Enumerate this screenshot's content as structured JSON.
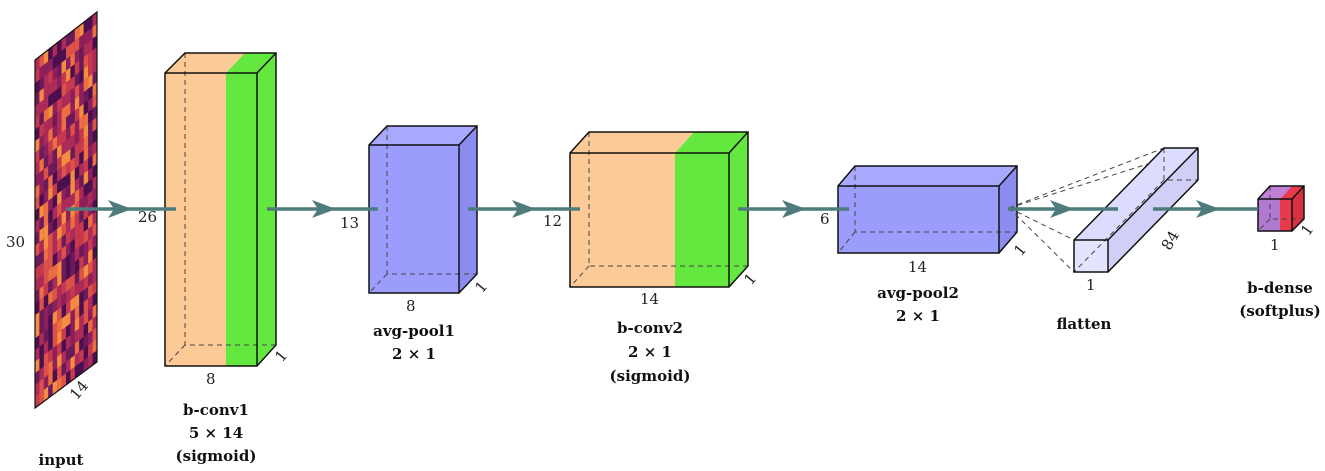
{
  "layers": [
    {
      "id": "input",
      "name_lines": [
        "input"
      ],
      "dims": {
        "height": "30",
        "depth": "14"
      }
    },
    {
      "id": "b-conv1",
      "name_lines": [
        "b-conv1",
        "5 × 14",
        "(sigmoid)"
      ],
      "dims": {
        "height": "26",
        "width": "8",
        "depth": "1"
      }
    },
    {
      "id": "avg-pool1",
      "name_lines": [
        "avg-pool1",
        "2 × 1"
      ],
      "dims": {
        "height": "13",
        "width": "8",
        "depth": "1"
      }
    },
    {
      "id": "b-conv2",
      "name_lines": [
        "b-conv2",
        "2 × 1",
        "(sigmoid)"
      ],
      "dims": {
        "height": "12",
        "width": "14",
        "depth": "1"
      }
    },
    {
      "id": "avg-pool2",
      "name_lines": [
        "avg-pool2",
        "2 × 1"
      ],
      "dims": {
        "height": "6",
        "width": "14",
        "depth": "1"
      }
    },
    {
      "id": "flatten",
      "name_lines": [
        "flatten"
      ],
      "dims": {
        "width": "1",
        "depth": "84"
      }
    },
    {
      "id": "b-dense",
      "name_lines": [
        "b-dense",
        "(softplus)"
      ],
      "dims": {
        "width": "1",
        "depth": "1"
      }
    }
  ],
  "colors": {
    "conv": "#fcca96",
    "conv_activation": "#64e840",
    "pool": "#9c9cfc",
    "flatten": "#dcdcff",
    "dense": "#b07ad0",
    "dense_activation": "#e83a4a",
    "arrow": "#4e7b7b",
    "heatmap": [
      "#4a0f4e",
      "#6b1a5a",
      "#8c1f5c",
      "#ad2b58",
      "#c73a4e",
      "#dd5248",
      "#ec6e42",
      "#f48d40"
    ]
  }
}
